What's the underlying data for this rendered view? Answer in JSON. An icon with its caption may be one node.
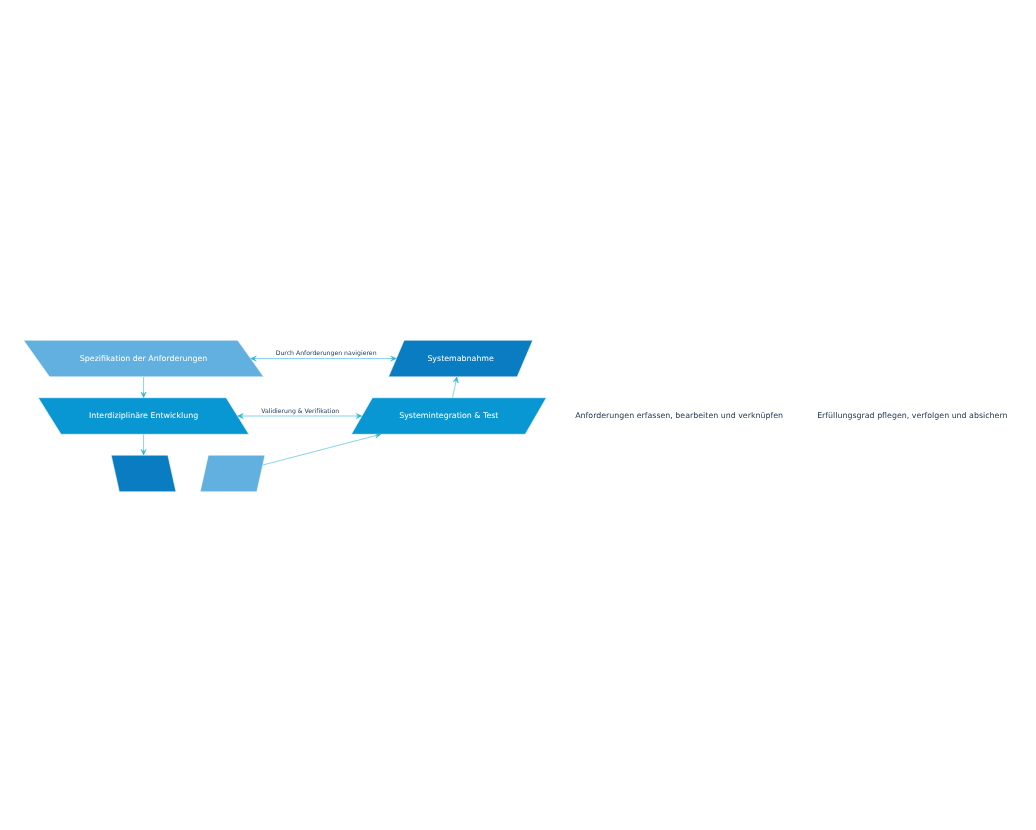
{
  "diagram": {
    "nodes": [
      {
        "text": [
          "Spezifikation der Anforderungen"
        ]
      },
      {
        "text": [
          "Systemabnahme"
        ]
      },
      {
        "text": [
          "Interdiziplinäre Entwicklung"
        ]
      },
      {
        "text": [
          "Systemintegration & Test"
        ]
      },
      {
        "text": [],
        "shape": "parallelogram"
      },
      {
        "text": [],
        "shape": "parallelogram"
      }
    ],
    "edges": [
      {
        "from": 0,
        "to": 1,
        "arrow": "both",
        "label": "Durch Anforderungen navigieren"
      },
      {
        "from": 0,
        "to": 2,
        "arrow": "to"
      },
      {
        "from": 2,
        "to": 3,
        "arrow": "both",
        "label": "Validierung & Verifikation"
      },
      {
        "from": 3,
        "to": 1,
        "arrow": "to"
      },
      {
        "from": 2,
        "to": 4,
        "arrow": "to"
      },
      {
        "from": 5,
        "to": 3,
        "arrow": "to"
      }
    ],
    "labels": [
      "Anforderungen erfassen, bearbeiten und verknüpfen",
      "Erfüllungsgrad pflegen, verfolgen und absichern"
    ]
  }
}
